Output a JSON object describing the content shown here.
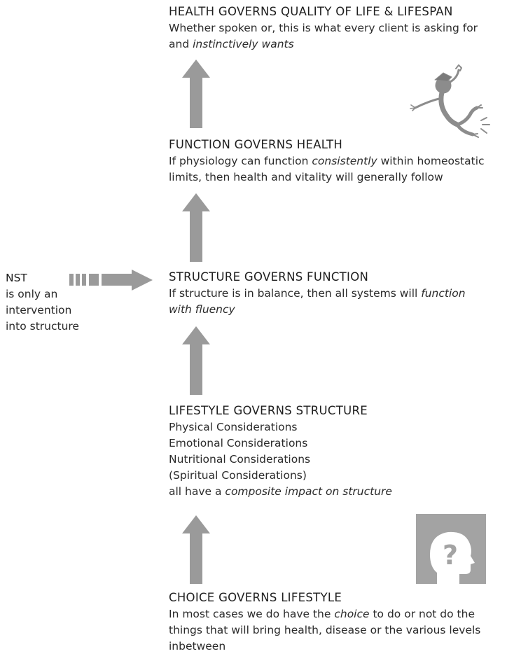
{
  "health": {
    "heading": "HEALTH GOVERNS QUALITY OF LIFE & LIFESPAN",
    "line1": "Whether spoken or, this is what every client is asking for",
    "line2_prefix": "and ",
    "line2_em": "instinctively wants"
  },
  "function": {
    "heading": "FUNCTION GOVERNS HEALTH",
    "line1_prefix": "If physiology can function ",
    "line1_em": "consistently",
    "line1_suffix": " within homeostatic",
    "line2": "limits, then health and vitality will generally follow"
  },
  "structure": {
    "heading": "STRUCTURE GOVERNS FUNCTION",
    "line1_prefix": "If structure is in balance, then all systems will ",
    "line1_em": "function",
    "line2_em": "with fluency"
  },
  "nst": {
    "title": "NST",
    "lines": [
      "is only an",
      "intervention",
      "into structure"
    ]
  },
  "lifestyle": {
    "heading": "LIFESTYLE GOVERNS STRUCTURE",
    "items": [
      "Physical Considerations",
      "Emotional Considerations",
      "Nutritional Considerations",
      "(Spiritual Considerations)"
    ],
    "last_prefix": "all have a ",
    "last_em": "composite impact on structure"
  },
  "choice": {
    "heading": "CHOICE GOVERNS LIFESTYLE",
    "line1_prefix": "In most cases we do have the ",
    "line1_em": "choice",
    "line1_suffix": " to do or not do the",
    "line2": "things that will bring health, disease or the various levels",
    "line3": "inbetween"
  },
  "icons": {
    "figure": "dancing-figure-icon",
    "head": "question-head-icon",
    "arrow_color": "#9a9a9a",
    "head_bg": "#a3a3a3"
  }
}
